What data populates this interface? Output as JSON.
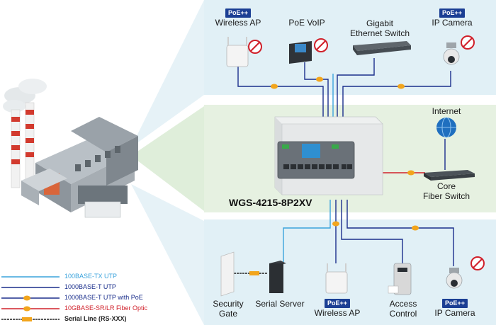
{
  "model": "WGS-4215-8P2XV",
  "badge_text": "PoE++",
  "top_devices": [
    {
      "label": "Wireless AP",
      "poe": true
    },
    {
      "label": "PoE VoIP",
      "poe": false
    },
    {
      "label": "Gigabit\nEthernet Switch",
      "poe": false
    },
    {
      "label": "IP Camera",
      "poe": true
    }
  ],
  "right_devices": [
    {
      "label": "Internet"
    },
    {
      "label": "Core\nFiber Switch"
    }
  ],
  "bottom_devices": [
    {
      "label": "Security\nGate",
      "poe": false
    },
    {
      "label": "Serial Server",
      "poe": false
    },
    {
      "label": "Wireless AP",
      "poe": true
    },
    {
      "label": "Access\nControl",
      "poe": false
    },
    {
      "label": "IP Camera",
      "poe": true
    }
  ],
  "legend": [
    {
      "label": "100BASE-TX UTP",
      "color": "#3aa3dc",
      "marker": false
    },
    {
      "label": "1000BASE-T UTP",
      "color": "#1b2f8c",
      "marker": false
    },
    {
      "label": "1000BASE-T UTP with PoE",
      "color": "#1b2f8c",
      "marker": true
    },
    {
      "label": "10GBASE-SR/LR Fiber Optic",
      "color": "#d0202a",
      "marker": true
    },
    {
      "label": "Serial Line (RS-XXX)",
      "color": "#222222",
      "marker": true
    }
  ],
  "colors": {
    "zone_blue": "#e1f0f6",
    "zone_green": "#e6f1e1",
    "poe_line": "#1b2f8c",
    "fiber": "#d0202a",
    "utp100": "#3aa3dc",
    "marker": "#f2a51c"
  }
}
